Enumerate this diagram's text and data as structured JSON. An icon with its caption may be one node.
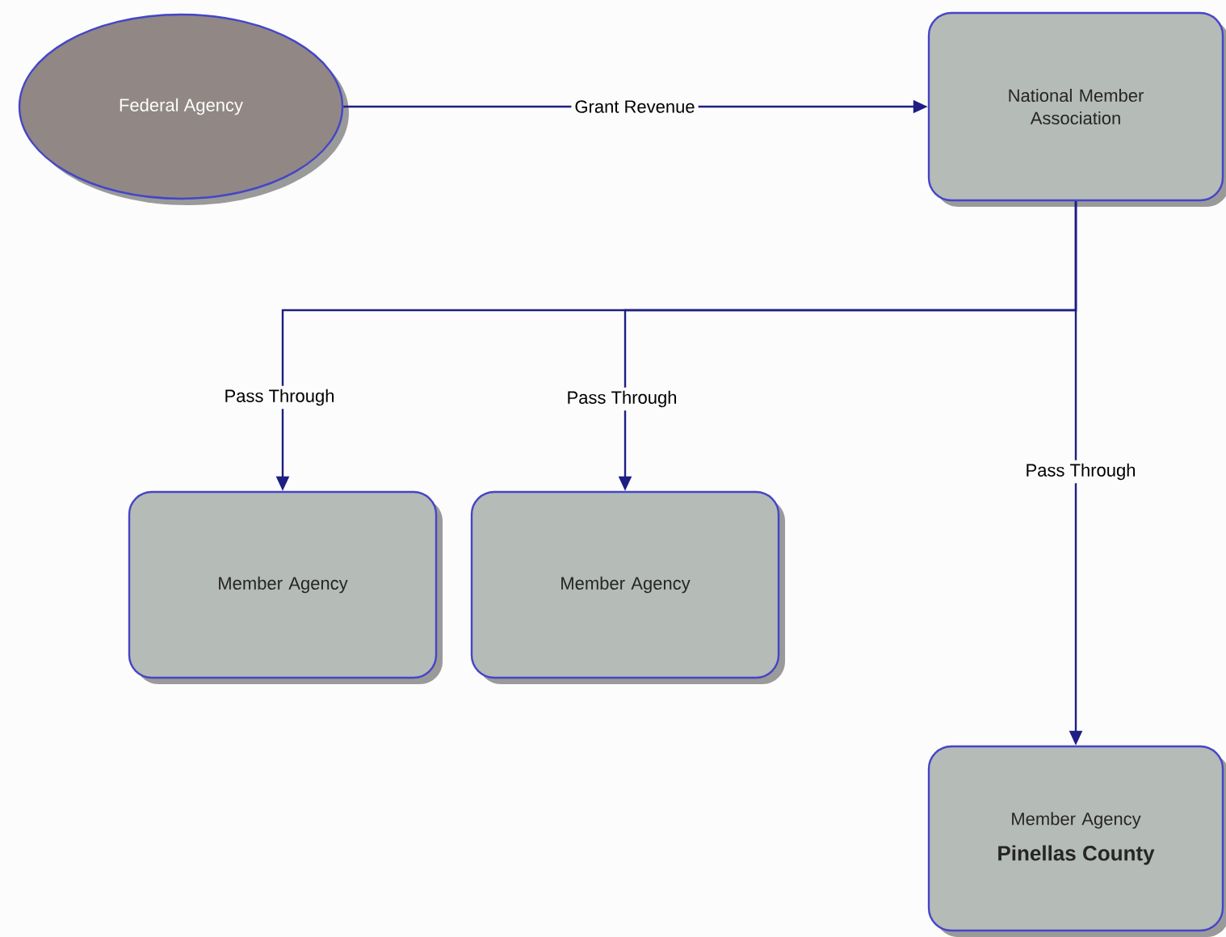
{
  "diagram": {
    "nodes": [
      {
        "text": [
          "Federal Agency"
        ]
      },
      {
        "text": [
          "National Member Association"
        ]
      },
      {
        "text": [
          "Member Agency"
        ]
      },
      {
        "text": [
          "Member Agency"
        ]
      },
      {
        "text": [
          "Member Agency",
          "Pinellas County"
        ]
      }
    ],
    "edges": [
      {
        "from": 0,
        "to": 1,
        "arrow": "to",
        "label": "Grant Revenue"
      },
      {
        "from": 1,
        "to": 2,
        "arrow": "to",
        "label": "Pass Through"
      },
      {
        "from": 1,
        "to": 3,
        "arrow": "to",
        "label": "Pass Through"
      },
      {
        "from": 1,
        "to": 4,
        "arrow": "to",
        "label": "Pass Through"
      }
    ]
  }
}
